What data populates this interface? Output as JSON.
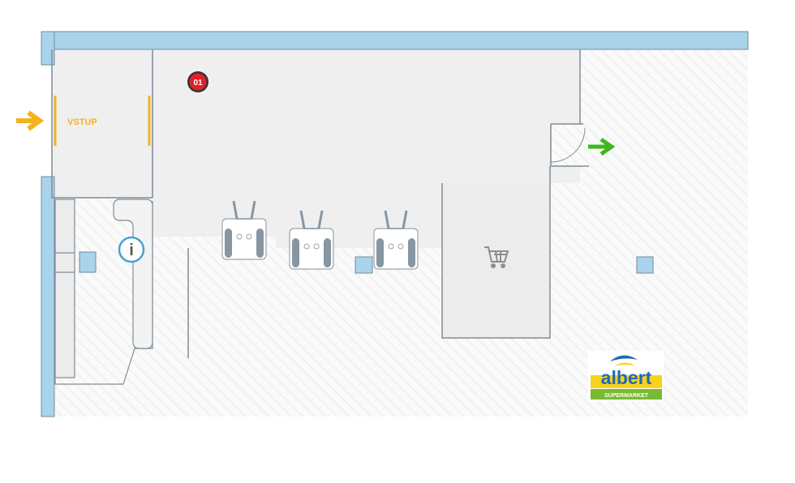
{
  "map": {
    "entrance_label": "VSTUP",
    "point_marker_label": "01",
    "info_symbol": "i",
    "brand": {
      "name": "albert",
      "tagline": "SUPERMARKET"
    }
  },
  "icons": {
    "entrance_arrow": "arrow-right-icon",
    "exit_arrow": "arrow-right-icon",
    "info": "info-icon",
    "cart": "shopping-cart-icon",
    "turnstile": "turnstile-icon",
    "logo": "albert-logo"
  },
  "colors": {
    "wall": "#a9d3ea",
    "wall_outline": "#6f8c9e",
    "room_fill": "#efefef",
    "entrance_arrow": "#f5b31b",
    "entrance_text": "#f5b31b",
    "exit_arrow": "#3eb81f",
    "marker_fill": "#e3202b",
    "marker_ring": "#333333",
    "info_ring": "#4b9fcf",
    "gate": "#8796a2",
    "logo_yellow": "#f7d31c",
    "logo_green": "#7ab932",
    "logo_blue": "#1f6bb4"
  }
}
